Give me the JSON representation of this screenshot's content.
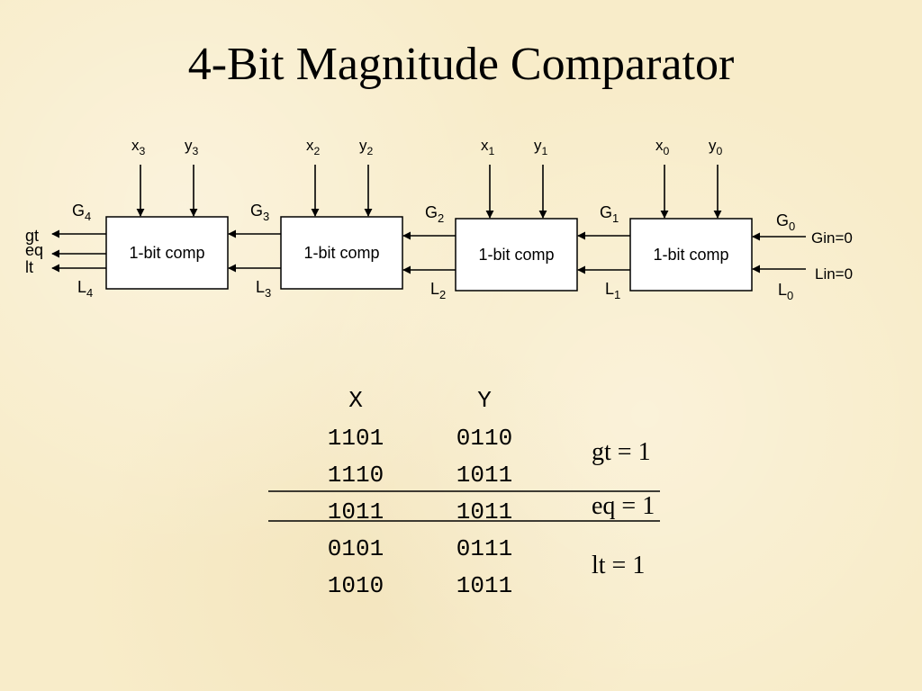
{
  "title": "4-Bit Magnitude Comparator",
  "block_label": "1-bit comp",
  "blocks": [
    {
      "x_label": "x",
      "x_sub": "3",
      "y_label": "y",
      "y_sub": "3",
      "g_label": "G",
      "g_sub": "4",
      "l_label": "L",
      "l_sub": "4"
    },
    {
      "x_label": "x",
      "x_sub": "2",
      "y_label": "y",
      "y_sub": "2",
      "g_label": "G",
      "g_sub": "3",
      "l_label": "L",
      "l_sub": "3"
    },
    {
      "x_label": "x",
      "x_sub": "1",
      "y_label": "y",
      "y_sub": "1",
      "g_label": "G",
      "g_sub": "2",
      "l_label": "L",
      "l_sub": "2"
    },
    {
      "x_label": "x",
      "x_sub": "0",
      "y_label": "y",
      "y_sub": "0",
      "g_label": "G",
      "g_sub": "1",
      "l_label": "L",
      "l_sub": "1"
    }
  ],
  "input_g": {
    "label": "G",
    "sub": "0"
  },
  "input_l": {
    "label": "L",
    "sub": "0"
  },
  "gin_label": "Gin=0",
  "lin_label": "Lin=0",
  "outputs": [
    "gt",
    "eq",
    "lt"
  ],
  "table": {
    "headers": [
      "X",
      "Y"
    ],
    "rows": [
      [
        "1101",
        "0110"
      ],
      [
        "1110",
        "1011"
      ],
      [
        "1011",
        "1011"
      ],
      [
        "0101",
        "0111"
      ],
      [
        "1010",
        "1011"
      ]
    ]
  },
  "results": [
    "gt = 1",
    "eq = 1",
    "lt = 1"
  ]
}
